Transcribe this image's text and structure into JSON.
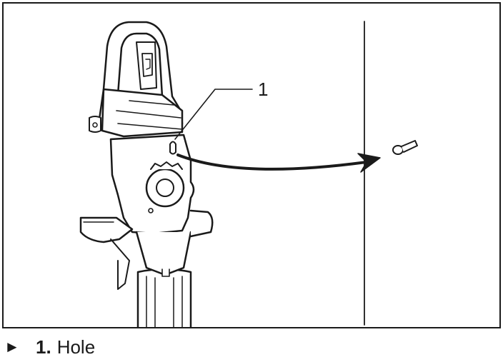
{
  "figure": {
    "callouts": [
      {
        "number": "1",
        "label": "Hole"
      }
    ],
    "legend_marker": "►",
    "legend_number": "1.",
    "legend_label": "Hole",
    "icons": [
      "tool-body",
      "hole",
      "screw",
      "direction-arrow"
    ],
    "colors": {
      "line": "#1a1a1a",
      "fill": "#ffffff"
    }
  }
}
